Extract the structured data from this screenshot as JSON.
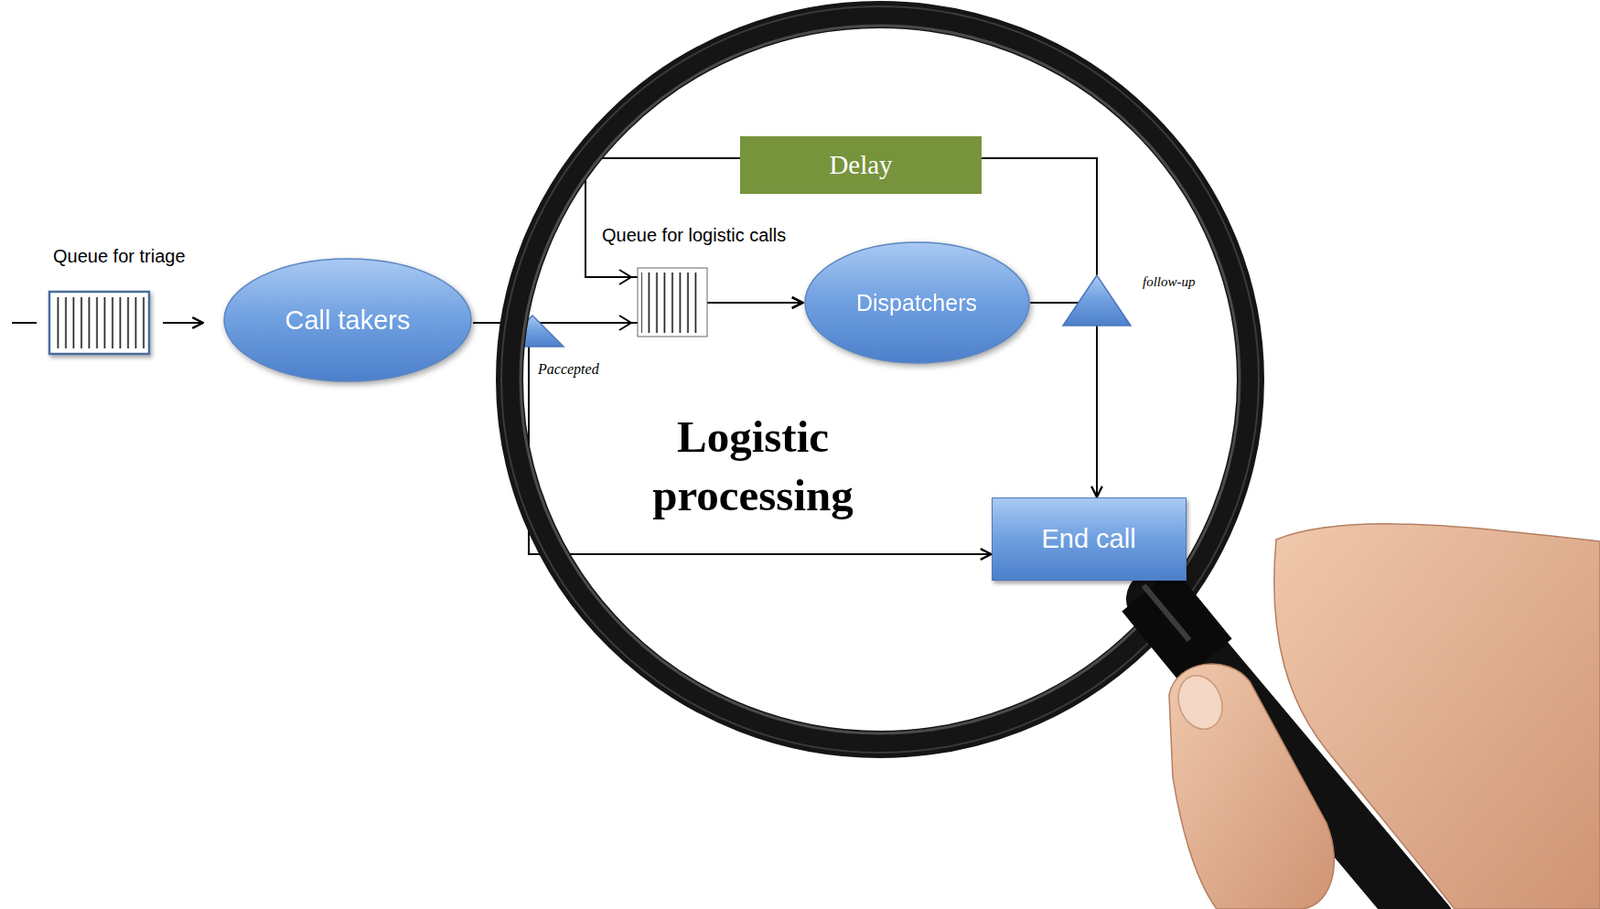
{
  "diagram": {
    "nodes": [
      {
        "text": [
          "Call takers"
        ]
      },
      {
        "text": [
          "Delay"
        ]
      },
      {
        "text": [
          "Dispatchers"
        ]
      },
      {
        "text": [
          "End call"
        ]
      }
    ],
    "edges": [
      {
        "from": 0,
        "to": 2,
        "arrow": "to"
      },
      {
        "from": 0,
        "to": 3,
        "arrow": "to"
      },
      {
        "from": 2,
        "to": 3,
        "arrow": "to"
      },
      {
        "from": 2,
        "to": 1,
        "arrow": "none"
      },
      {
        "from": 1,
        "to": 2,
        "arrow": "to"
      }
    ],
    "labels": [
      "Queue for triage",
      "Queue for logistic calls",
      "Paccepted",
      "follow-up",
      "Logistic processing"
    ]
  }
}
